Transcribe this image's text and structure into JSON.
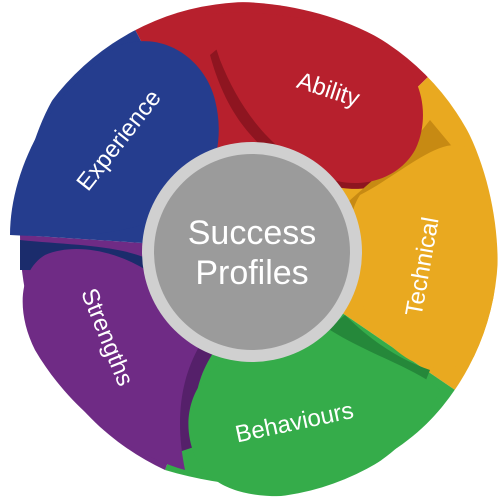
{
  "center": {
    "line1": "Success",
    "line2": "Profiles",
    "fill_color": "#9b9b9b",
    "ring_color": "#d0d0d0"
  },
  "segments": [
    {
      "label": "Ability",
      "color": "#b7202d",
      "shadow": "#8e1520"
    },
    {
      "label": "Technical",
      "color": "#e9a920",
      "shadow": "#c78a13"
    },
    {
      "label": "Behaviours",
      "color": "#35ac4a",
      "shadow": "#25883a"
    },
    {
      "label": "Strengths",
      "color": "#6f2b85",
      "shadow": "#55206a"
    },
    {
      "label": "Experience",
      "color": "#253d8e",
      "shadow": "#1b2c6c"
    }
  ]
}
